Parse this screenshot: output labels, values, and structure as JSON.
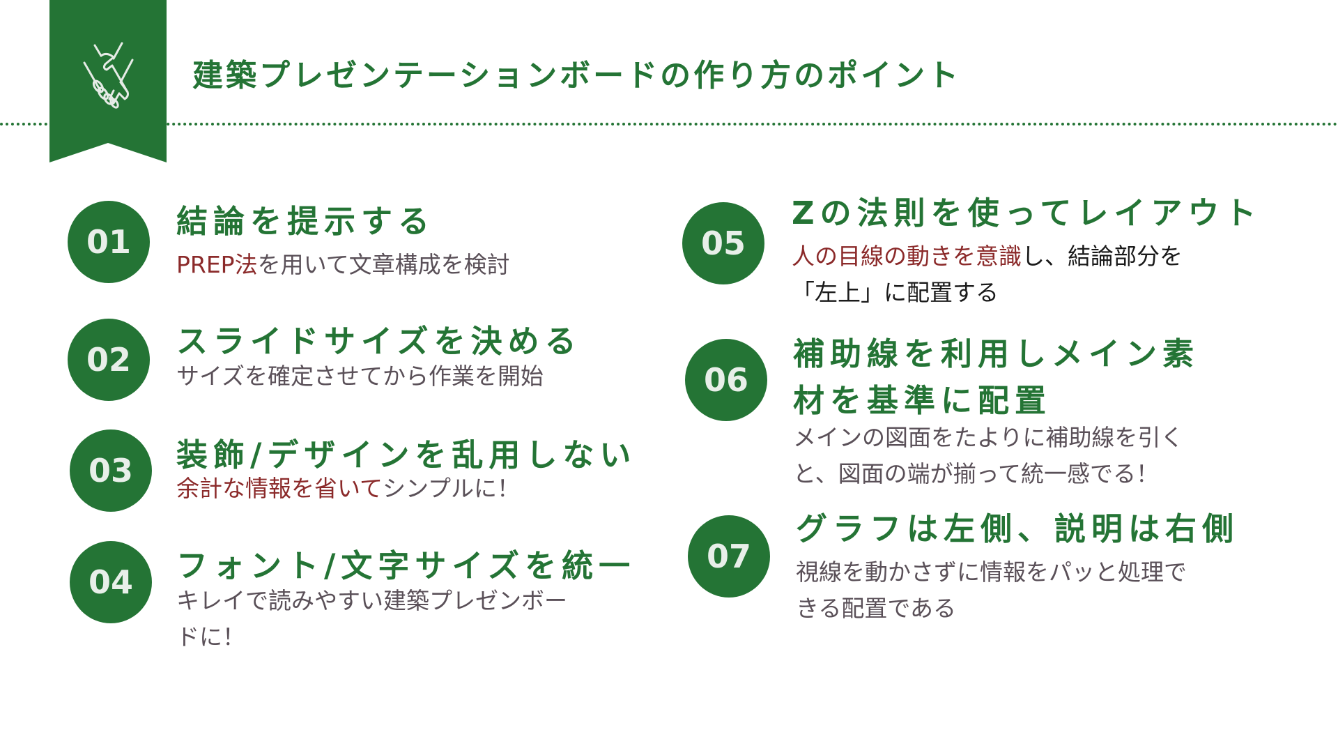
{
  "header": {
    "title": "建築プレゼンテーションボードの作り方のポイント",
    "icon": "handshake-icon"
  },
  "colors": {
    "accent": "#247435",
    "highlight": "#8b2a2a",
    "body_text": "#5a5058"
  },
  "points": [
    {
      "number": "01",
      "heading": "結論を提示する",
      "sub_highlight": "PREP法",
      "sub_rest": "を用いて文章構成を検討"
    },
    {
      "number": "02",
      "heading": "スライドサイズを決める",
      "sub_rest": "サイズを確定させてから作業を開始"
    },
    {
      "number": "03",
      "heading": "装飾/デザインを乱用しない",
      "sub_highlight": "余計な情報を省いて",
      "sub_rest": "シンプルに！"
    },
    {
      "number": "04",
      "heading": "フォント/文字サイズを統一",
      "sub_line1": "キレイで読みやすい建築プレゼンボー",
      "sub_line2": "ドに！"
    },
    {
      "number": "05",
      "heading": "Zの法則を使ってレイアウト",
      "sub_highlight": "人の目線の動きを意識",
      "sub_rest": "し、結論部分を",
      "sub_line2": "「左上」に配置する"
    },
    {
      "number": "06",
      "heading_line1": "補助線を利用しメイン素",
      "heading_line2": "材を基準に配置",
      "sub_line1": "メインの図面をたよりに補助線を引く",
      "sub_line2": "と、図面の端が揃って統一感でる！"
    },
    {
      "number": "07",
      "heading": "グラフは左側、説明は右側",
      "sub_line1": "視線を動かさずに情報をパッと処理で",
      "sub_line2": "きる配置である"
    }
  ]
}
